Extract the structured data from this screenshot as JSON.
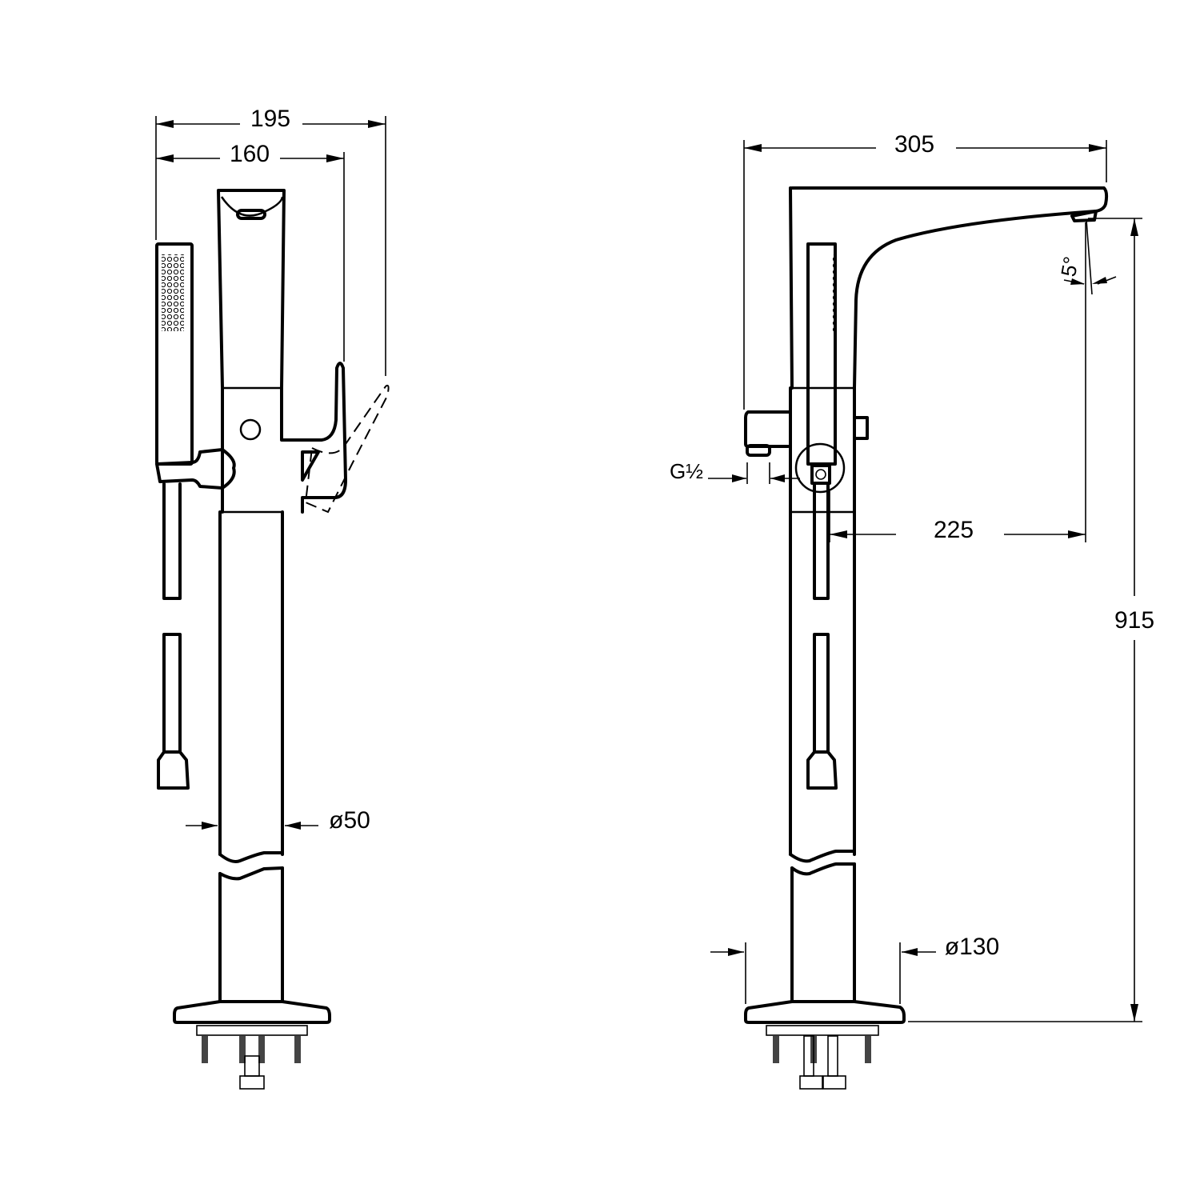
{
  "title": "Freestanding bath mixer dimension drawing",
  "side_view": {
    "dim_overall_depth": "195",
    "dim_lever_depth": "160",
    "dim_column_diameter": "ø50"
  },
  "front_view": {
    "dim_spout_reach_total": "305",
    "dim_spout_angle": "5°",
    "dim_thread": "G½",
    "dim_spout_reach": "225",
    "dim_height": "915",
    "dim_base_diameter": "ø130"
  },
  "colors": {
    "line": "#000000",
    "background": "#ffffff"
  }
}
